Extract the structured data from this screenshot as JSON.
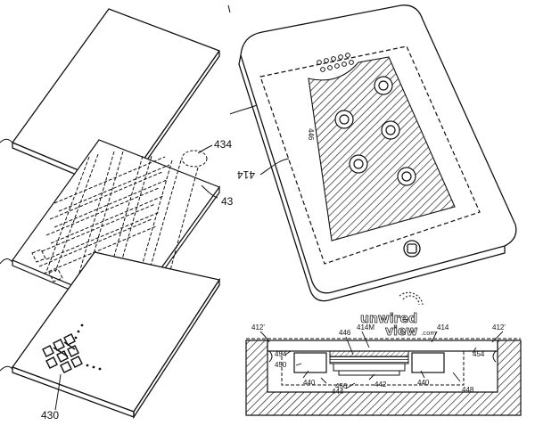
{
  "labels": {
    "l434": "434",
    "l43": "43",
    "l430": "430",
    "l414_side": "414",
    "l446_rot": "446",
    "l412p_left": "412'",
    "l412p_right": "412'",
    "l414M": "414M",
    "l446": "446",
    "l414": "414",
    "l454_left": "454",
    "l454_right": "454",
    "l450": "450",
    "l440_left": "440",
    "l440_right": "440",
    "l456": "456",
    "l444": "444",
    "l442": "442",
    "l448": "448",
    "dots": "..."
  },
  "watermark": {
    "line1": "unwired",
    "line2": "view",
    "suffix": ".com"
  }
}
